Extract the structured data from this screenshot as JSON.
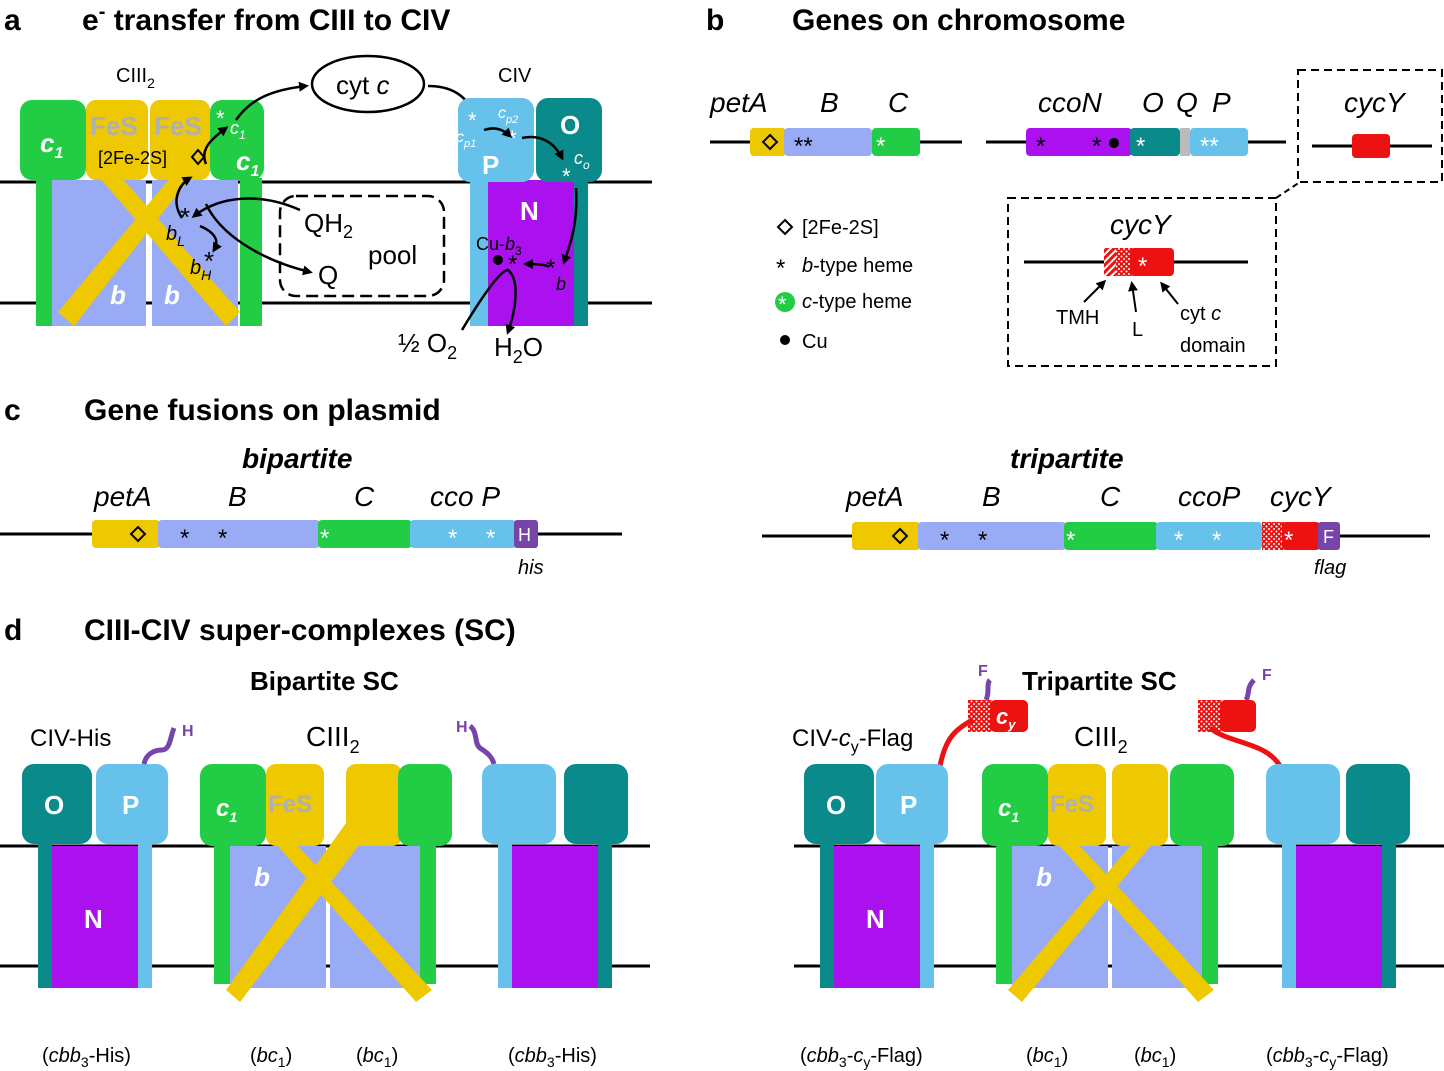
{
  "colors": {
    "green": "#22cc44",
    "yellow": "#eec800",
    "lavender": "#9aabf5",
    "teal": "#0a8a8a",
    "skyblue": "#66c2ea",
    "magenta": "#aa11ee",
    "red": "#ee1111",
    "purple": "#7744aa",
    "gray": "#bbbbbb"
  },
  "a": {
    "letter": "a",
    "title_pre": "e",
    "title_sup": "-",
    "title_post": " transfer from CIII to CIV",
    "ciii": "CIII",
    "ciii_sub": "2",
    "civ": "CIV",
    "c1": "c",
    "c1_sub": "1",
    "fes": "FeS",
    "fe2s": "[2Fe-2S]",
    "cyt_c": "cyt ",
    "cyt_c_ital": "c",
    "b": "b",
    "bL": "b",
    "bL_sub": "L",
    "bH": "b",
    "bH_sub": "H",
    "qh2": "QH",
    "qh2_sub": "2",
    "q": "Q",
    "pool": "pool",
    "O": "O",
    "P": "P",
    "N": "N",
    "cp1": "c",
    "cp1_sub": "p1",
    "cp2": "c",
    "cp2_sub": "p2",
    "co": "c",
    "co_sub": "o",
    "cub3_pre": "Cu-",
    "cub3_b": "b",
    "cub3_sub": "3",
    "b_heme": "b",
    "o2_pre": "½ O",
    "o2_sub": "2",
    "h2o_pre": "H",
    "h2o_sub": "2",
    "h2o_post": "O"
  },
  "b": {
    "letter": "b",
    "title": "Genes on chromosome",
    "petA": "petA",
    "B": "B",
    "C": "C",
    "ccoN": "ccoN",
    "O": "O",
    "Q": "Q",
    "P": "P",
    "cycY": "cycY",
    "legend": [
      "[2Fe-2S]",
      "-type heme",
      "-type heme",
      "Cu"
    ],
    "legend_b": "b",
    "legend_c": "c",
    "inset_title": "cycY",
    "tmh": "TMH",
    "L": "L",
    "cytc_line1": "cyt ",
    "cytc_ital": "c",
    "cytc_line2": "domain"
  },
  "c": {
    "letter": "c",
    "title": "Gene fusions on plasmid",
    "bipartite": "bipartite",
    "tripartite": "tripartite",
    "petA": "petA",
    "B": "B",
    "C": "C",
    "ccoP_bi": "cco P",
    "ccoP_tri": "ccoP",
    "cycY": "cycY",
    "H": "H",
    "his": "his",
    "F": "F",
    "flag": "flag"
  },
  "d": {
    "letter": "d",
    "title": "CIII-CIV super-complexes (SC)",
    "bipartite_sc": "Bipartite SC",
    "tripartite_sc": "Tripartite SC",
    "civ_his": "CIV-His",
    "civ_flag_pre": "CIV-",
    "civ_flag_c": "c",
    "civ_flag_sub": "y",
    "civ_flag_post": "-Flag",
    "ciii": "CIII",
    "ciii_sub": "2",
    "O": "O",
    "P": "P",
    "N": "N",
    "c1": "c",
    "c1_sub": "1",
    "fes": "FeS",
    "b": "b",
    "H": "H",
    "F": "F",
    "cy": "c",
    "cy_sub": "y",
    "cbb3_his_pre": "(",
    "cbb3_his_i": "cbb",
    "cbb3_his_sub": "3",
    "cbb3_his_post": "-His)",
    "bc1_pre": "(",
    "bc1_i": "bc",
    "bc1_sub": "1",
    "bc1_post": ")",
    "cbb3_flag_c": "c",
    "cbb3_flag_sub": "y",
    "cbb3_flag_post": "-Flag)",
    "cbb3_flag_mid": "-"
  }
}
